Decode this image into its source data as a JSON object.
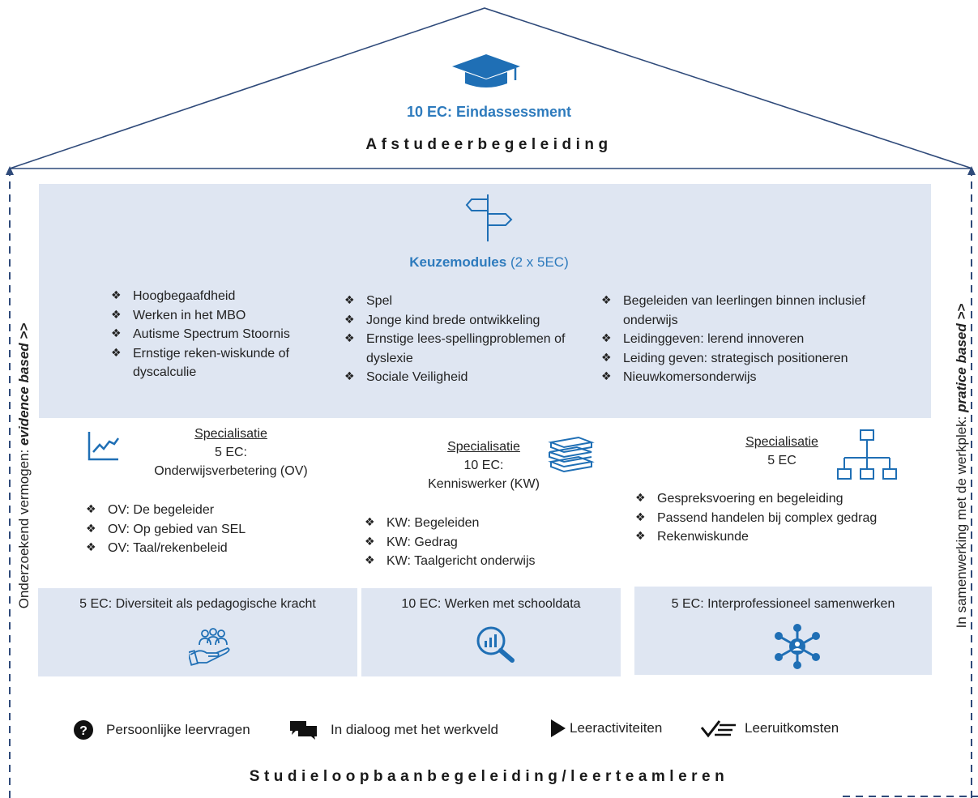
{
  "roof": {
    "assessment": "10 EC: Eindassessment",
    "label": "Afstudeerbegeleiding"
  },
  "keuze": {
    "title_bold": "Keuzemodules",
    "title_rest": " (2 x 5EC)",
    "col1": [
      "Hoogbegaafdheid",
      "Werken in het MBO",
      "Autisme Spectrum Stoornis",
      " Ernstige reken-wiskunde of dyscalculie"
    ],
    "col2": [
      "Spel",
      "Jonge kind brede ontwikkeling",
      "Ernstige lees-spellingproblemen of dyslexie",
      "Sociale Veiligheid"
    ],
    "col3": [
      "Begeleiden van leerlingen binnen inclusief onderwijs",
      "Leidinggeven: lerend innoveren",
      "Leiding geven: strategisch positioneren",
      "Nieuwkomersonderwijs"
    ]
  },
  "spec_ov": {
    "heading": "Specialisatie",
    "ec": "5 EC:",
    "name": "Onderwijsverbetering (OV)",
    "items": [
      "OV: De begeleider",
      "OV: Op gebied van SEL",
      "OV: Taal/rekenbeleid"
    ]
  },
  "spec_kw": {
    "heading": "Specialisatie",
    "ec": "10 EC:",
    "name": "Kenniswerker (KW)",
    "items": [
      "KW: Begeleiden",
      "KW: Gedrag",
      "KW: Taalgericht onderwijs"
    ]
  },
  "spec_3": {
    "heading": "Specialisatie",
    "ec": "5 EC",
    "items": [
      "Gespreksvoering en begeleiding",
      "Passend handelen bij complex gedrag",
      "Rekenwiskunde"
    ]
  },
  "bottom_boxes": [
    {
      "label": "5 EC: Diversiteit als pedagogische kracht",
      "icon": "hand-people-icon"
    },
    {
      "label": "10 EC: Werken met schooldata",
      "icon": "data-magnifier-icon"
    },
    {
      "label": "5 EC: Interprofessioneel samenwerken",
      "icon": "network-icon"
    }
  ],
  "side": {
    "left_plain": "Onderzoekend vermogen: ",
    "left_italic": "evidence based >>",
    "right_plain": "In samenwerking met de  werkplek: ",
    "right_italic": "pratice based >>"
  },
  "legend": {
    "vragen": "Persoonlijke leervragen",
    "dialoog": "In dialoog met het werkveld",
    "activiteiten": "Leeractiviteiten",
    "uitkomsten": "Leeruitkomsten"
  },
  "foundation": "Studieloopbaanbegeleiding/leerteamleren",
  "colors": {
    "accent": "#2e7bbd",
    "panel": "#dfe6f2",
    "icon_blue": "#1f6fb5",
    "line": "#2f4a7a"
  }
}
